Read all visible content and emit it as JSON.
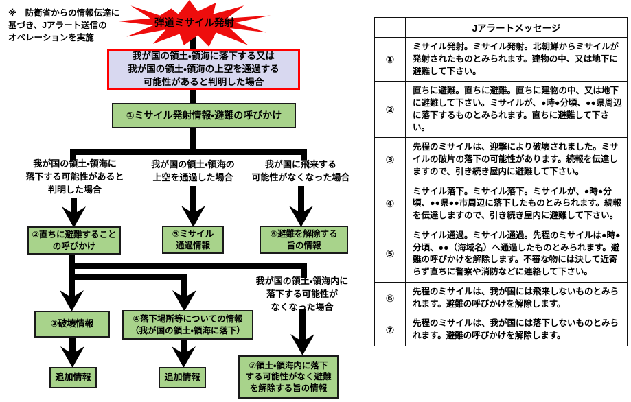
{
  "note": "※　防衛省からの情報伝達に\n基づき、Jアラート送信の\nオペレーションを実施",
  "flowchart": {
    "burst_label": "弾道ミサイル発射",
    "condition_top": "我が国の領土・領海に落下する又は\n我が国の領土・領海の上空を通過する\n可能性があると判明した場合",
    "step1": "①ミサイル発射情報・避難の呼びかけ",
    "branch_left": "我が国の領土・領海に\n落下する可能性があると\n判明した場合",
    "branch_mid": "我が国の領土・領海の\n上空を通過した場合",
    "branch_right": "我が国に飛来する\n可能性がなくなった場合",
    "step2": "②直ちに避難すること\nの呼びかけ",
    "step5": "⑤ミサイル\n通過情報",
    "step6": "⑥避難を解除する\n旨の情報",
    "branch_no_drop": "我が国の領土・領海内に\n落下する可能性が\nなくなった場合",
    "step3": "③破壊情報",
    "step4": "④落下場所等についての情報\n（我が国の領土・領海に落下）",
    "additional1": "追加情報",
    "additional2": "追加情報",
    "step7": "⑦領土・領海内に落下\nする可能性がなく避難\nを解除する旨の情報"
  },
  "table": {
    "header": "Jアラートメッセージ",
    "rows": [
      {
        "no": "①",
        "message": "ミサイル発射。ミサイル発射。北朝鮮からミサイルが発射されたものとみられます。建物の中、又は地下に避難して下さい。"
      },
      {
        "no": "②",
        "message": "直ちに避難。直ちに避難。直ちに建物の中、又は地下に避難して下さい。ミサイルが、●時●分頃、●●県周辺に落下するものとみられます。直ちに避難して下さい。"
      },
      {
        "no": "③",
        "message": "先程のミサイルは、迎撃により破壊されました。ミサイルの破片の落下の可能性があります。続報を伝達しますので、引き続き屋内に避難して下さい。"
      },
      {
        "no": "④",
        "message": "ミサイル落下。ミサイル落下。ミサイルが、●時●分頃、●●県●●市周辺に落下したものとみられます。続報を伝達しますので、引き続き屋内に避難して下さい。"
      },
      {
        "no": "⑤",
        "message": "ミサイル通過。ミサイル通過。先程のミサイルは●時●分頃、●●（海域名）へ通過したものとみられます。避難の呼びかけを解除します。不審な物には決して近寄らず直ちに警察や消防などに連絡して下さい。"
      },
      {
        "no": "⑥",
        "message": "先程のミサイルは、我が国には飛来しないものとみられます。避難の呼びかけを解除します。"
      },
      {
        "no": "⑦",
        "message": "先程のミサイルは、我が国には落下しないものとみられます。避難の呼びかけを解除します。"
      }
    ]
  },
  "colors": {
    "green": "#a8d38b",
    "lavender": "#d8d8f0",
    "red": "#ff0000",
    "burst_red": "#ee0d0d"
  }
}
